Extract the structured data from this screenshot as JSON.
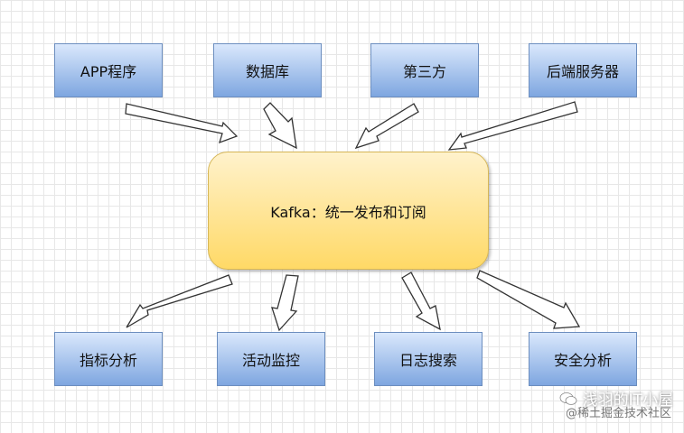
{
  "sources": [
    {
      "label": "APP程序"
    },
    {
      "label": "数据库"
    },
    {
      "label": "第三方"
    },
    {
      "label": "后端服务器"
    }
  ],
  "center": {
    "label": "Kafka：统一发布和订阅"
  },
  "consumers": [
    {
      "label": "指标分析"
    },
    {
      "label": "活动监控"
    },
    {
      "label": "日志搜索"
    },
    {
      "label": "安全分析"
    }
  ],
  "watermark": {
    "line1": "浅羽的IT小屋",
    "line2": "@稀土掘金技术社区",
    "icon": "wechat-icon"
  },
  "colors": {
    "source_fill": "#dae8fc",
    "source_border": "#6c8ebf",
    "center_fill": "#fff2cc",
    "center_border": "#d6b656"
  }
}
